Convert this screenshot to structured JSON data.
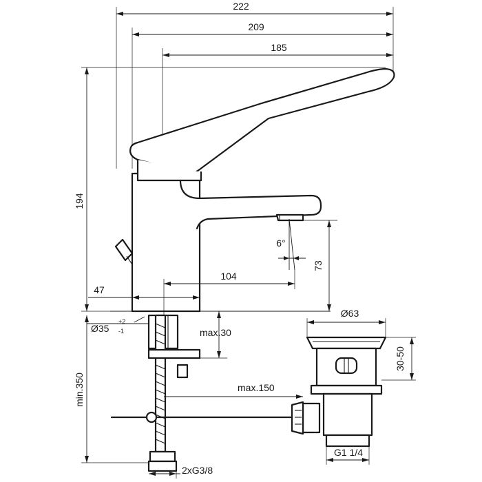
{
  "dimensions": {
    "overall_length": "222",
    "spout_length": "209",
    "lever_length": "185",
    "total_height": "194",
    "spout_height": "73",
    "spout_projection": "104",
    "body_offset": "47",
    "spout_angle": "6°",
    "mount_hole": "Ø35",
    "mount_hole_tol_upper": "+2",
    "mount_hole_tol_lower": "-1",
    "max_thickness": "max.30",
    "min_length": "min.350",
    "max_rod": "max.150",
    "connections": "2xG3/8",
    "waste_diameter": "Ø63",
    "waste_range": "30-50",
    "waste_thread": "G1 1/4"
  }
}
